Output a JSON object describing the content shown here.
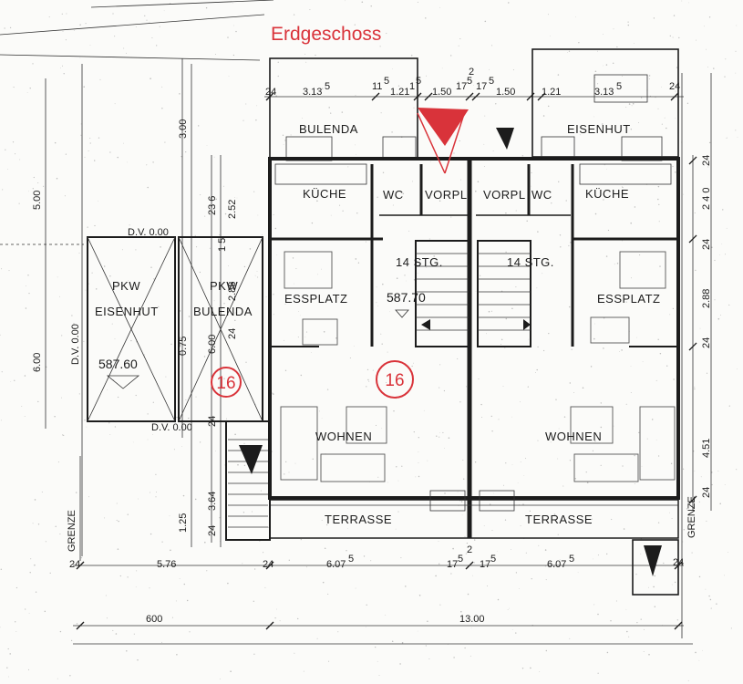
{
  "title": "Erdgeschoss",
  "names": {
    "left_house": "BULENDA",
    "right_house": "EISENHUT"
  },
  "rooms": {
    "kueche_left": "KÜCHE",
    "wc_left": "WC",
    "vorpl_left": "VORPL",
    "vorpl_right": "VORPL",
    "wc_right": "WC",
    "kueche_right": "KÜCHE",
    "stg_left": "14 STG.",
    "stg_right": "14 STG.",
    "essplatz_left": "ESSPLATZ",
    "essplatz_right": "ESSPLATZ",
    "wohnen_left": "WOHNEN",
    "wohnen_right": "WOHNEN",
    "terrasse_left": "TERRASSE",
    "terrasse_right": "TERRASSE"
  },
  "parking": {
    "pkw_left_1": "PKW",
    "pkw_left_2": "EISENHUT",
    "pkw_right_1": "PKW",
    "pkw_right_2": "BULENDA"
  },
  "elevations": {
    "carport": "587.60",
    "house": "587.70"
  },
  "dv_labels": {
    "top": "D.V. 0.00",
    "left": "D.V. 0.00",
    "bottom": "D.V. 0.00"
  },
  "grenze": {
    "left": "GRENZE",
    "right": "GRENZE"
  },
  "plot_numbers": {
    "carport": "16",
    "house": "16"
  },
  "dims": {
    "top_24_l": "24",
    "top_313_l": "3.13",
    "top_313_l_sup": "5",
    "top_115_l": "11",
    "top_115_l_sup": "5",
    "top_121_l": "1.21",
    "top_15_l": "1",
    "top_15_l_sup": "5",
    "top_150_l": "1.50",
    "top_175_l": "17",
    "top_175_l_sup": "5",
    "top_2": "2",
    "top_175_r": "17",
    "top_175_r_sup": "5",
    "top_150_r": "1.50",
    "top_121_r": "1.21",
    "top_313_r": "3.13",
    "top_313_r_sup": "5",
    "top_24_r": "24",
    "left_500": "5.00",
    "left_600": "6.00",
    "carp_300": "3.00",
    "carp_236": "23 6",
    "carp_252": "2.52",
    "carp_15": "1 5",
    "carp_288": "2.88",
    "carp_24a": "24",
    "carp_600": "6.00",
    "carp_075": "0.75",
    "carp_24b": "24",
    "carp_364": "3.64",
    "carp_125": "1.25",
    "carp_24c": "24",
    "right_24a": "24",
    "right_240": "2 4 0",
    "right_24b": "24",
    "right_288": "2.88",
    "right_24c": "24",
    "right_451": "4.51",
    "right_24d": "24",
    "bot_24a": "24",
    "bot_576": "5.76",
    "bot_24b": "24",
    "bot_6075_l": "6.07",
    "bot_6075_l_sup": "5",
    "bot_175_l": "17",
    "bot_175_l_sup": "5",
    "bot_2": "2",
    "bot_175_r": "17",
    "bot_175_r_sup": "5",
    "bot_6075_r": "6.07",
    "bot_6075_r_sup": "5",
    "bot_24c": "24",
    "total_600": "600",
    "total_1300": "13.00"
  },
  "colors": {
    "accent": "#d9333a",
    "ink": "#1c1c1c",
    "paper": "#fbfbf9"
  }
}
